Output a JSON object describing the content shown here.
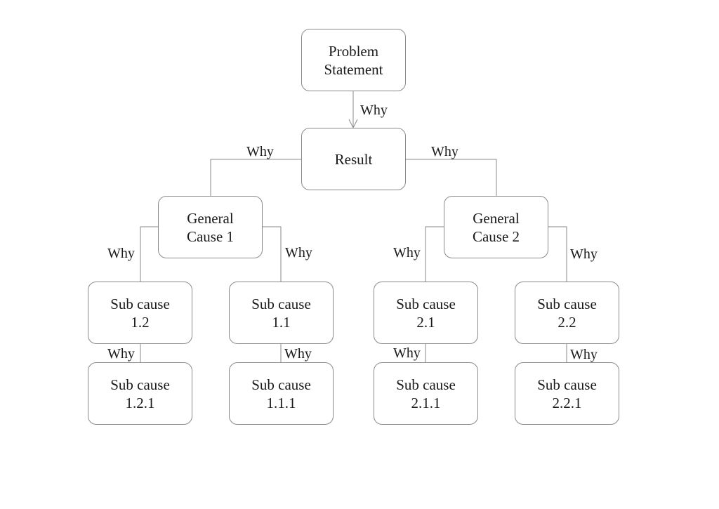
{
  "nodes": {
    "problem": "Problem\nStatement",
    "result": "Result",
    "general_cause_1": "General\nCause 1",
    "general_cause_2": "General\nCause 2",
    "sub_cause_1_2": "Sub cause\n1.2",
    "sub_cause_1_1": "Sub cause\n1.1",
    "sub_cause_2_1": "Sub cause\n2.1",
    "sub_cause_2_2": "Sub cause\n2.2",
    "sub_cause_1_2_1": "Sub cause\n1.2.1",
    "sub_cause_1_1_1": "Sub cause\n1.1.1",
    "sub_cause_2_1_1": "Sub cause\n2.1.1",
    "sub_cause_2_2_1": "Sub cause\n2.2.1"
  },
  "edge_labels": {
    "problem_to_result": "Why",
    "result_to_gc1": "Why",
    "result_to_gc2": "Why",
    "gc1_to_s12": "Why",
    "gc1_to_s11": "Why",
    "gc2_to_s21": "Why",
    "gc2_to_s22": "Why",
    "s12_to_s121": "Why",
    "s11_to_s111": "Why",
    "s21_to_s211": "Why",
    "s22_to_s221": "Why"
  },
  "colors": {
    "line": "#8a8a8a",
    "text": "#1a1a1a",
    "background": "#ffffff"
  }
}
